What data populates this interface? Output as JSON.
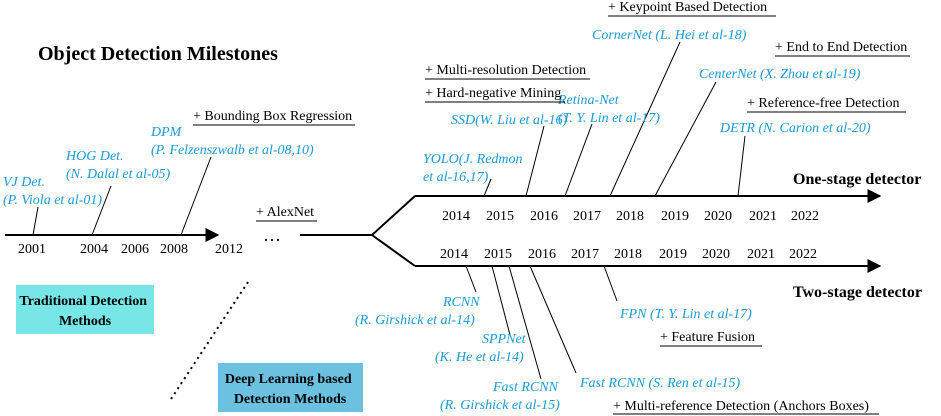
{
  "title": "Object Detection Milestones",
  "colors": {
    "method_blue": "#1a9ad6",
    "traditional_box": "#78e6e6",
    "deep_box": "#6cc0e0",
    "axis": "#000000"
  },
  "traditional": {
    "years": [
      "2001",
      "2004",
      "2006",
      "2008",
      "2012"
    ],
    "ellipsis": "…",
    "box_label": [
      "Traditional Detection",
      "Methods"
    ],
    "methods": [
      {
        "name": "VJ Det.",
        "cite": "(P. Viola et al-01)"
      },
      {
        "name": "HOG Det.",
        "cite": "(N. Dalal et al-05)"
      },
      {
        "name": "DPM",
        "cite": "(P. Felzenszwalb et al-08,10)"
      }
    ],
    "techniques": [
      "+ Bounding Box Regression",
      "+ AlexNet"
    ]
  },
  "deep": {
    "box_label": [
      "Deep Learning based",
      "Detection Methods"
    ],
    "one_stage": {
      "label": "One-stage detector",
      "years": [
        "2014",
        "2015",
        "2016",
        "2017",
        "2018",
        "2019",
        "2020",
        "2021",
        "2022"
      ],
      "methods": [
        {
          "name": "YOLO(J. Redmon",
          "cite": "et al-16,17)"
        },
        {
          "name": "SSD(W. Liu et al-16)",
          "cite": ""
        },
        {
          "name": "Retina-Net",
          "cite": "(T. Y. Lin et al-17)"
        },
        {
          "name": "CornerNet (L. Hei et al-18)",
          "cite": ""
        },
        {
          "name": "CenterNet (X. Zhou  et al-19)",
          "cite": ""
        },
        {
          "name": "DETR (N. Carion et al-20)",
          "cite": ""
        }
      ],
      "techniques": [
        "+ Multi-resolution Detection",
        "+ Hard-negative Mining",
        "+ Keypoint  Based Detection",
        "+ End to End Detection",
        "+ Reference-free Detection"
      ]
    },
    "two_stage": {
      "label": "Two-stage detector",
      "years": [
        "2014",
        "2015",
        "2016",
        "2017",
        "2018",
        "2019",
        "2020",
        "2021",
        "2022"
      ],
      "methods": [
        {
          "name": "RCNN",
          "cite": "(R. Girshick et al-14)"
        },
        {
          "name": "SPPNet",
          "cite": "(K. He et al-14)"
        },
        {
          "name": "Fast RCNN",
          "cite": "(R. Girshick et al-15)"
        },
        {
          "name": "Fast RCNN (S. Ren et al-15)",
          "cite": ""
        },
        {
          "name": "FPN (T. Y. Lin et al-17)",
          "cite": ""
        }
      ],
      "techniques": [
        "+ Feature Fusion",
        "+ Multi-reference  Detection  (Anchors Boxes)"
      ]
    }
  }
}
